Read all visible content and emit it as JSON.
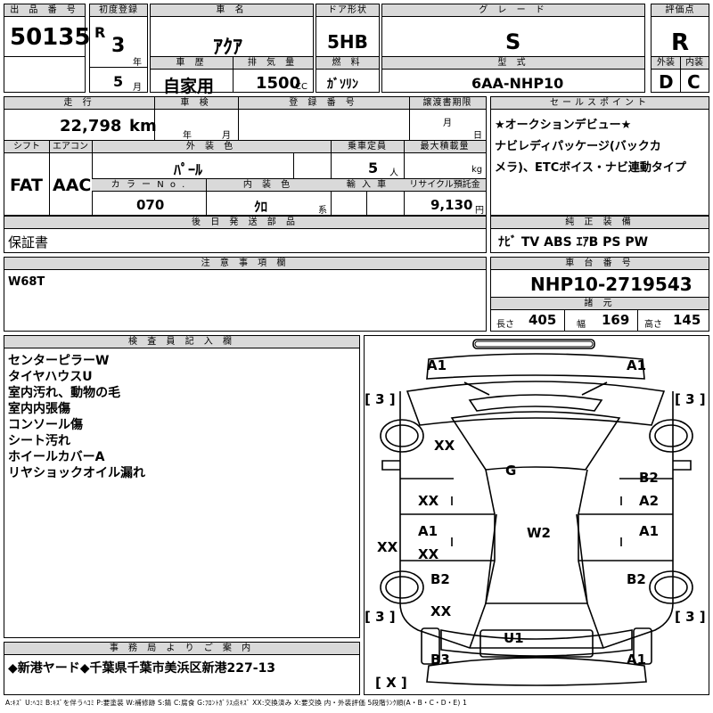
{
  "header": {
    "lot_no_label": "出 品 番 号",
    "lot_no": "50135",
    "first_reg_label": "初度登録",
    "era": "R",
    "year_value": "3",
    "year_unit": "年",
    "month_value": "5",
    "month_unit": "月",
    "car_name_label": "車 名",
    "car_name": "ｱｸｱ",
    "door_label": "ドア形状",
    "door": "5HB",
    "grade_label": "グ レ ー ド",
    "grade": "S",
    "score_label": "評価点",
    "score": "R",
    "history_label": "車 歴",
    "history": "自家用",
    "displacement_label": "排 気 量",
    "displacement": "1500",
    "displacement_unit": "CC",
    "fuel_label": "燃 料",
    "fuel": "ｶﾞｿﾘﾝ",
    "model_label": "型 式",
    "model": "6AA-NHP10",
    "exterior_label": "外装",
    "exterior": "D",
    "interior_label": "内装",
    "interior": "C"
  },
  "row2": {
    "mileage_label": "走 行",
    "mileage": "22,798",
    "mileage_unit": "km",
    "inspection_label": "車 検",
    "inspection_year": "年",
    "inspection_month": "月",
    "reg_no_label": "登 録 番 号",
    "transfer_label": "譲渡書期限",
    "transfer_month": "月",
    "transfer_day": "日",
    "shift_label": "シフト",
    "shift": "FAT",
    "ac_label": "エアコン",
    "ac": "AAC",
    "color_label": "外 装 色",
    "color": "ﾊﾟｰﾙ",
    "capacity_label": "乗車定員",
    "capacity": "5",
    "capacity_unit": "人",
    "max_load_label": "最大積載量",
    "max_load_unit": "kg",
    "color_no_label": "カ ラ ー  N o .",
    "color_no": "070",
    "int_color_label": "内 装 色",
    "int_color": "ｸﾛ",
    "int_color_unit": "系",
    "import_label": "輸 入 車",
    "recycle_label": "リサイクル預託金",
    "recycle": "9,130",
    "recycle_unit": "円"
  },
  "sales_point": {
    "label": "セールスポイント",
    "lines": [
      "★オークションデビュー★",
      "ナビレディパッケージ(バックカ",
      "メラ)、ETCボイス・ナビ連動タイプ"
    ]
  },
  "later_parts": {
    "label": "後 日 発 送 部 品",
    "value": "保証書"
  },
  "equipment": {
    "label": "純 正 装 備",
    "value": "ﾅﾋﾞ  TV  ABS  ｴｱB  PS  PW"
  },
  "notes": {
    "label": "注 意 事 項 欄",
    "value": "W68T"
  },
  "chassis": {
    "label": "車 台 番 号",
    "value": "NHP10-2719543"
  },
  "specs": {
    "label": "諸 元",
    "length_label": "長さ",
    "length": "405",
    "width_label": "幅",
    "width": "169",
    "height_label": "高さ",
    "height": "145"
  },
  "inspector": {
    "label": "検 査 員 記 入 欄",
    "lines": [
      "センターピラーW",
      "タイヤハウスU",
      "室内汚れ、動物の毛",
      "室内内張傷",
      "コンソール傷",
      "シート汚れ",
      "ホイールカバーA",
      "リヤショックオイル漏れ"
    ]
  },
  "office": {
    "label": "事 務 局 よ り ご 案 内",
    "value": "◆新港ヤード◆千葉県千葉市美浜区新港227-13"
  },
  "diagram": {
    "marks": {
      "a1_front_left": "A1",
      "a1_front_right": "A1",
      "tire_fl": "[ 3 ]",
      "tire_fr": "[ 3 ]",
      "xx_hood_left": "XX",
      "g_windshield": "G",
      "xx_fender_left": "XX",
      "b2_fender_right": "B2",
      "a2_fender_right": "A2",
      "a1_door_left": "A1",
      "xx_door_left": "XX",
      "w2_roof": "W2",
      "a1_door_right": "A1",
      "xx_pillar_left": "XX",
      "b2_rear_left": "B2",
      "b2_rear_right": "B2",
      "xx_rear_left": "XX",
      "tire_rl": "[ 3 ]",
      "tire_rr": "[ 3 ]",
      "u1_rear": "U1",
      "b3_rear_left": "B3",
      "a1_rear_right": "A1",
      "spare": "[ X ]"
    }
  },
  "legend": "A:ｷｽﾞ  U:ﾍｺﾐ  B:ｷｽﾞを伴うﾍｺﾐ  P:要塗装  W:補修跡  S:錆  C:腐食  G:ﾌﾛﾝﾄｶﾞﾗｽ点ｷｽﾞ  XX:交換済み  X:要交換   内・外装評価  5段階ﾗﾝｸ順(A・B・C・D・E)  1"
}
